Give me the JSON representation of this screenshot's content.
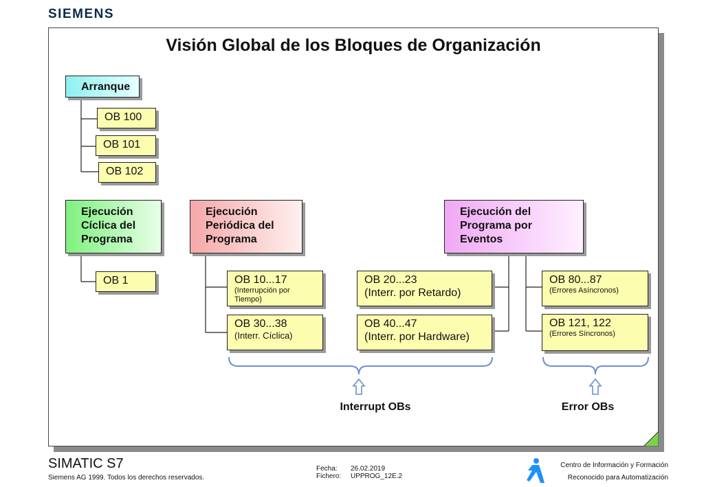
{
  "brand": "SIEMENS",
  "title": "Visión Global de los Bloques de Organización",
  "startup": {
    "header": "Arranque",
    "blocks": [
      "OB 100",
      "OB 101",
      "OB 102"
    ]
  },
  "cyclic": {
    "header_lines": [
      "Ejecución",
      "Cíclica del",
      "Programa"
    ],
    "block": "OB 1"
  },
  "periodic": {
    "header_lines": [
      "Ejecución",
      "Periódica del",
      "Programa"
    ],
    "blocks": [
      {
        "main": "OB 10...17",
        "sub_lines": [
          "(Interrupción por",
          "Tiempo)"
        ]
      },
      {
        "main": "OB 30...38",
        "sub_lines": [
          "(Interr. Cíclica)"
        ]
      }
    ]
  },
  "event": {
    "header_lines": [
      "Ejecución del",
      "Programa por",
      "Eventos"
    ],
    "interrupt_blocks": [
      {
        "main": "OB 20...23",
        "sub": "(Interr. por Retardo)"
      },
      {
        "main": "OB 40...47",
        "sub": "(Interr. por Hardware)"
      }
    ],
    "error_blocks": [
      {
        "main": "OB 80...87",
        "sub": "(Errores Asíncronos)"
      },
      {
        "main": "OB 121, 122",
        "sub": "(Errores Síncronos)"
      }
    ]
  },
  "groups": {
    "interrupt_label": "Interrupt OBs",
    "error_label": "Error OBs"
  },
  "footer": {
    "product": "SIMATIC S7",
    "copyright": "Siemens AG 1999. Todos los derechos reservados.",
    "date_label": "Fecha:",
    "date_value": "26.02.2019",
    "file_label": "Fichero:",
    "file_value": "UPPROG_12E.2",
    "center_line1": "Centro de Información y Formación",
    "center_line2": "Reconocido para Automatización"
  },
  "colors": {
    "brace": "#6a8fd0",
    "logo_blue": "#1e90ff",
    "fold_green": "#7cd24a"
  }
}
